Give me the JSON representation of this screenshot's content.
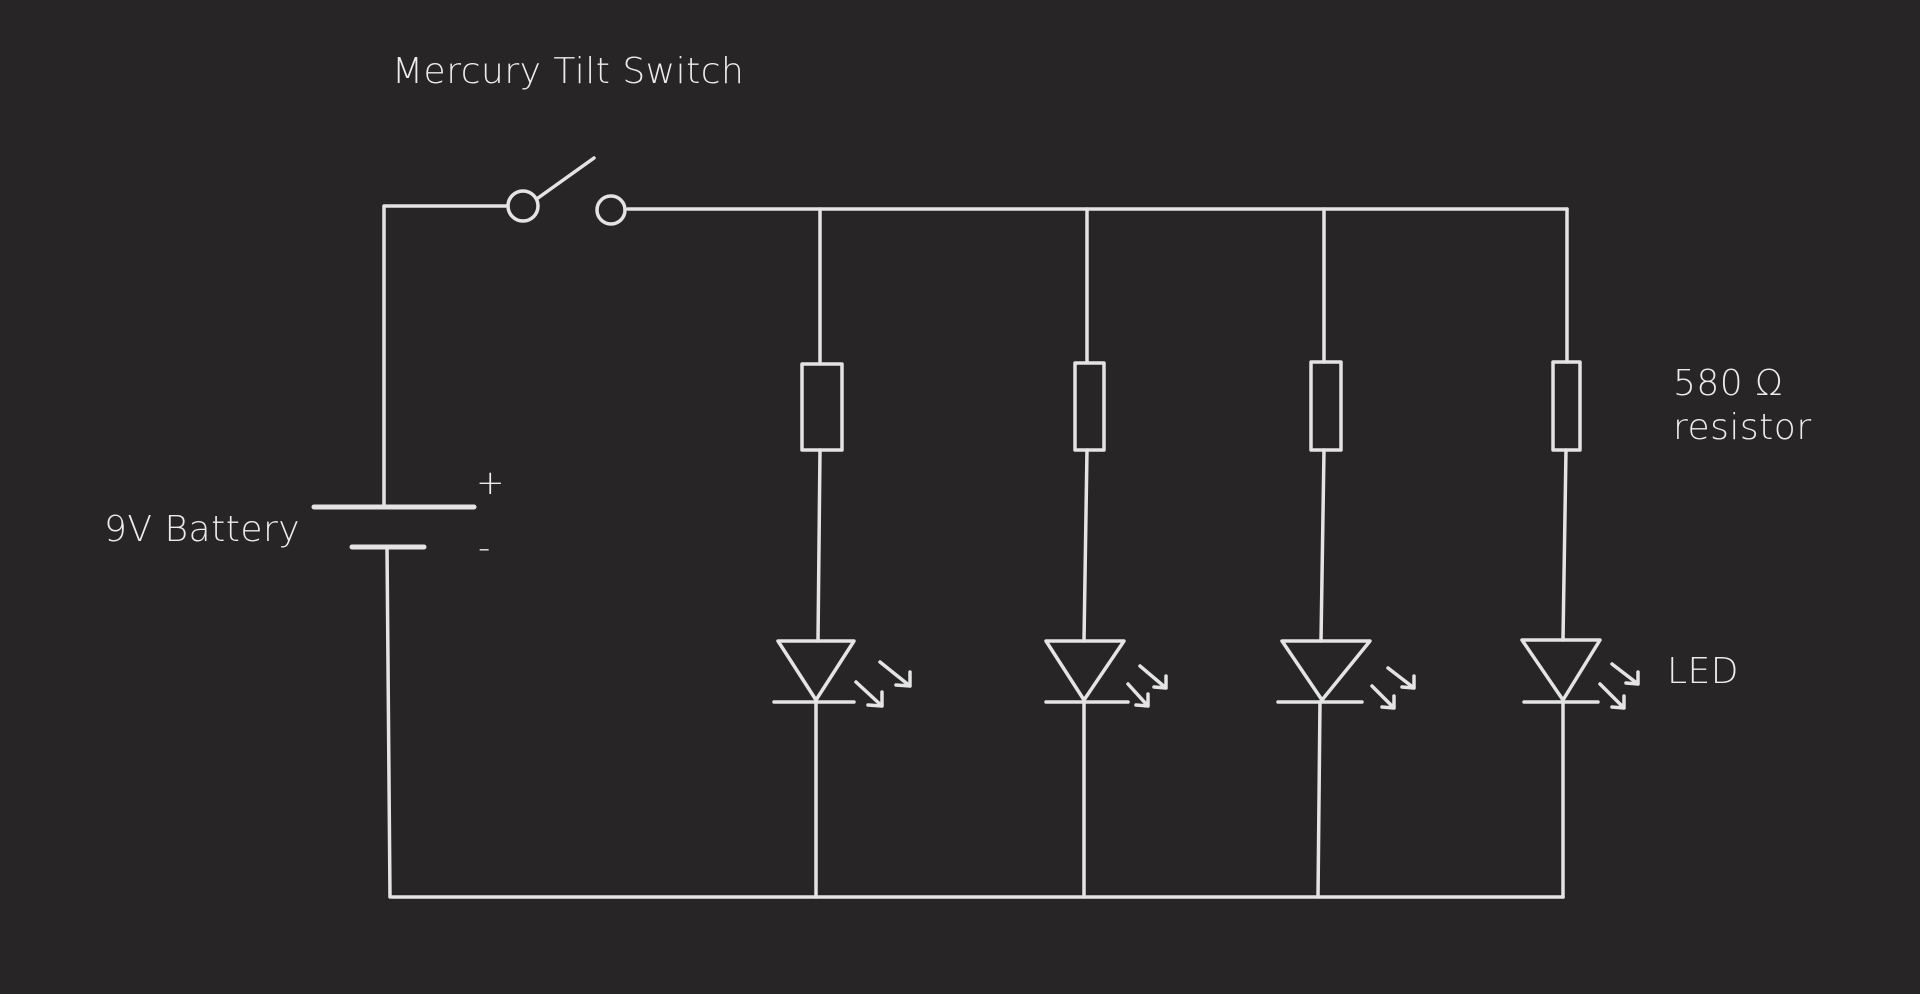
{
  "labels": {
    "switch": "Mercury Tilt Switch",
    "battery": "9V Battery",
    "battery_plus": "+",
    "battery_minus": "-",
    "resistor_line1": "580 Ω",
    "resistor_line2": "resistor",
    "led": "LED"
  },
  "components": {
    "branch_count": 4,
    "branch_element_order": [
      "resistor",
      "led"
    ],
    "stroke_color": "#e4e4e4",
    "background_color": "#272526"
  }
}
